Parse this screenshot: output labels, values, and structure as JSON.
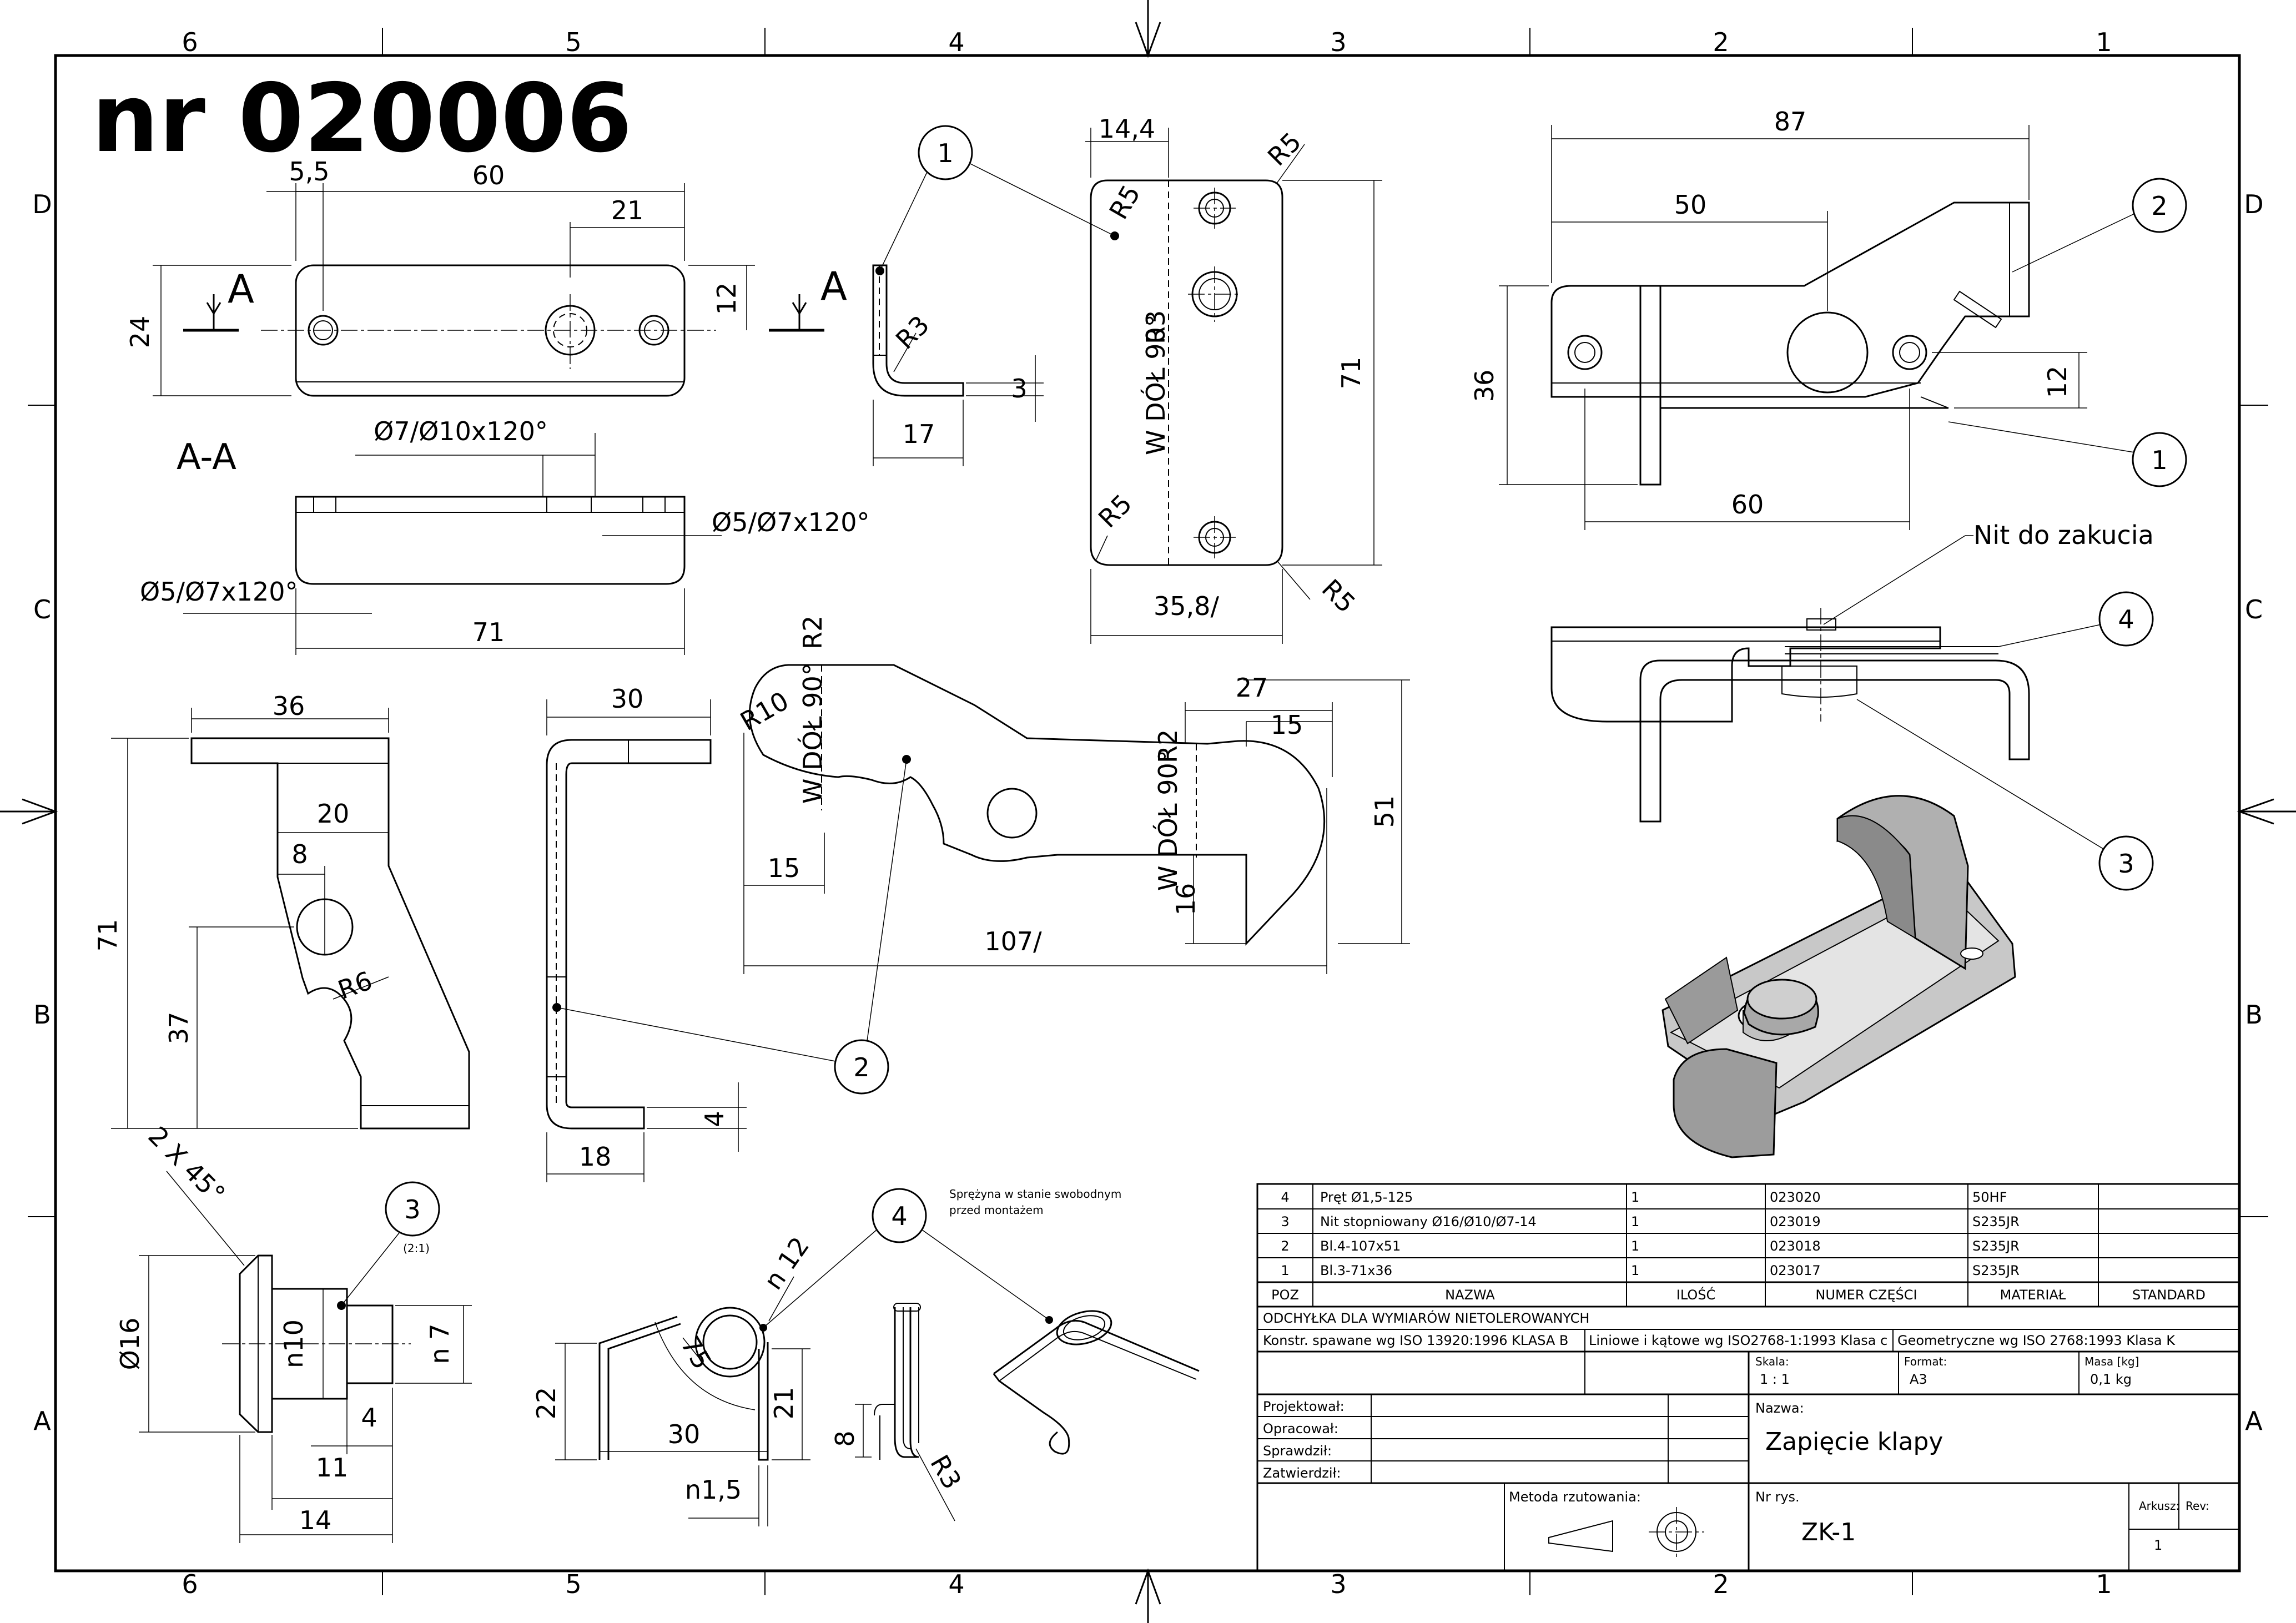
{
  "drawing_number": "nr 020006",
  "zone_columns": [
    "6",
    "5",
    "4",
    "3",
    "2",
    "1"
  ],
  "zone_rows": [
    "D",
    "C",
    "B",
    "A"
  ],
  "section": {
    "marker": "A",
    "label": "A-A"
  },
  "balloons": [
    "1",
    "2",
    "3",
    "4"
  ],
  "dimensions": {
    "plate_front": [
      "5,5",
      "60",
      "21",
      "24",
      "12",
      "71"
    ],
    "plate_section": [
      "Ø7/Ø10x120°",
      "Ø5/Ø7x120°",
      "Ø5/Ø7x120°"
    ],
    "plate_side": [
      "R3",
      "3",
      "17"
    ],
    "plate_flat": [
      "14,4",
      "R5",
      "R5",
      "R5",
      "R5",
      "R3",
      "71",
      "35,8/"
    ],
    "plate_flat_note": "W DÓŁ 90°",
    "assembly_top": [
      "87",
      "50",
      "36",
      "12",
      "60"
    ],
    "rivet_note": "Nit do zakucia",
    "latch_front": [
      "36",
      "20",
      "8",
      "71",
      "37",
      "R6"
    ],
    "latch_side": [
      "30",
      "4",
      "18"
    ],
    "latch_flat": [
      "R10",
      "R2",
      "R2",
      "15",
      "27",
      "15",
      "51",
      "16",
      "107/"
    ],
    "latch_flat_note": "W DÓŁ 90°",
    "rivet": [
      "2 X 45°",
      "(2:1)",
      "Ø16",
      "n10",
      "n 7",
      "4",
      "11",
      "14"
    ],
    "spring_note": [
      "Sprężyna w stanie swobodnym",
      "przed montażem"
    ],
    "spring": [
      "n 12",
      "75",
      "22",
      "21",
      "30",
      "n1,5",
      "8",
      "R3"
    ]
  },
  "parts_table": {
    "headers": [
      "POZ",
      "NAZWA",
      "ILOŚĆ",
      "NUMER CZĘŚCI",
      "MATERIAŁ",
      "STANDARD"
    ],
    "rows": [
      [
        "4",
        "Pręt Ø1,5-125",
        "1",
        "023020",
        "50HF",
        ""
      ],
      [
        "3",
        "Nit stopniowany Ø16/Ø10/Ø7-14",
        "1",
        "023019",
        "S235JR",
        ""
      ],
      [
        "2",
        "Bl.4-107x51",
        "1",
        "023018",
        "S235JR",
        ""
      ],
      [
        "1",
        "Bl.3-71x36",
        "1",
        "023017",
        "S235JR",
        ""
      ]
    ]
  },
  "tolerances": {
    "title": "ODCHYŁKA DLA WYMIARÓW NIETOLEROWANYCH",
    "weld": "Konstr. spawane wg ISO 13920:1996 KLASA B",
    "linear": "Liniowe i kątowe wg ISO2768-1:1993 Klasa c",
    "geometric": "Geometryczne wg ISO 2768:1993 Klasa K"
  },
  "title_block": {
    "scale_label": "Skala:",
    "scale": "1 : 1",
    "format_label": "Format:",
    "format": "A3",
    "mass_label": "Masa [kg]",
    "mass": "0,1 kg",
    "roles": [
      "Projektował:",
      "Opracował:",
      "Sprawdził:",
      "Zatwierdził:"
    ],
    "name_label": "Nazwa:",
    "name": "Zapięcie klapy",
    "projection_label": "Metoda rzutowania:",
    "drawing_no_label": "Nr rys.",
    "drawing_no": "ZK-1",
    "sheet_label": "Arkusz:",
    "sheet": "1",
    "rev_label": "Rev:"
  }
}
